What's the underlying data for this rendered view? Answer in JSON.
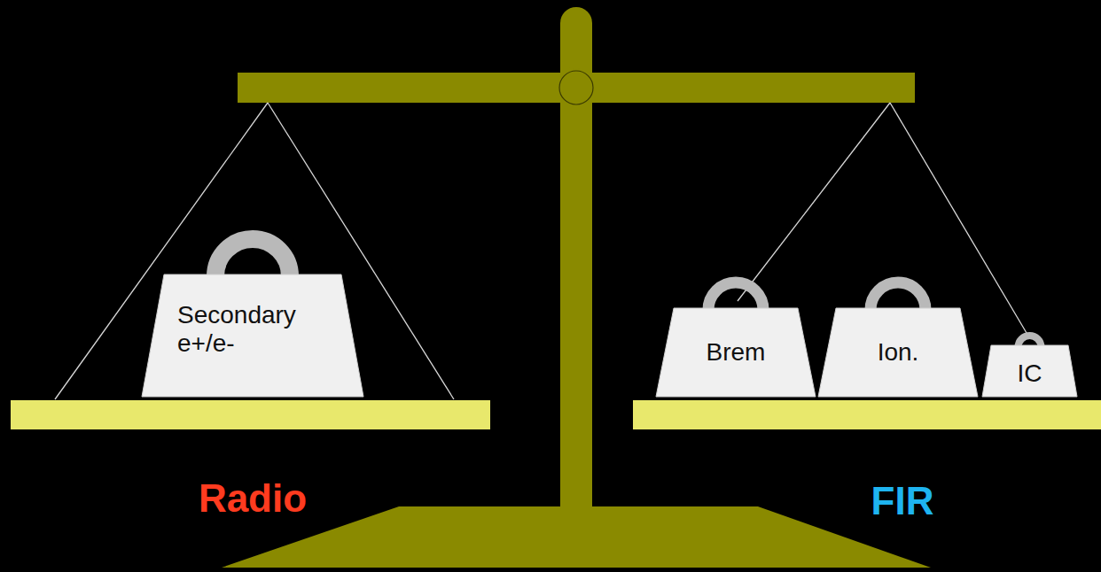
{
  "diagram": {
    "nodes": [
      {
        "text": [
          "Secondary e+/e-"
        ]
      },
      {
        "text": [
          "Brem"
        ]
      },
      {
        "text": [
          "Ion."
        ]
      },
      {
        "text": [
          "IC"
        ]
      }
    ],
    "labels": [
      "Radio",
      "FIR"
    ]
  }
}
